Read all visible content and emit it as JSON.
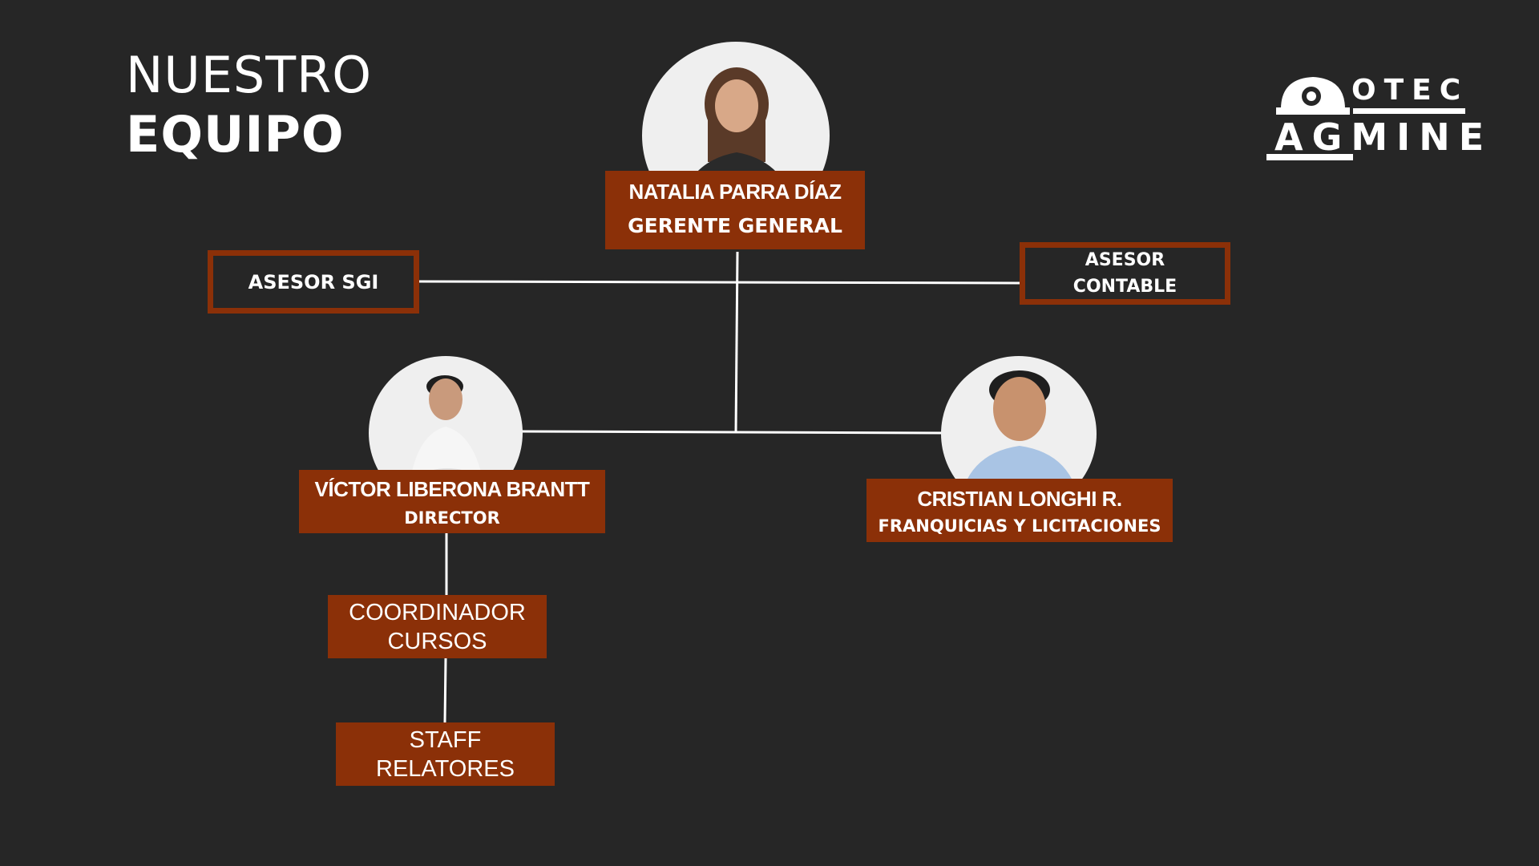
{
  "header": {
    "title_line1": "NUESTRO",
    "title_line2": "EQUIPO"
  },
  "logo": {
    "line1": "OTEC",
    "line2": "AGMINE",
    "icon": "helmet-icon"
  },
  "org_chart": {
    "gerente": {
      "name": "NATALIA PARRA DÍAZ",
      "role": "GERENTE GENERAL",
      "photo": "person-photo"
    },
    "asesor_sgi": {
      "label": "ASESOR SGI"
    },
    "asesor_contable": {
      "line1": "ASESOR",
      "line2": "CONTABLE"
    },
    "director": {
      "name": "VÍCTOR LIBERONA BRANTT",
      "role": "DIRECTOR",
      "photo": "person-photo"
    },
    "franquicias": {
      "name": "CRISTIAN LONGHI R.",
      "role": "FRANQUICIAS Y LICITACIONES",
      "photo": "person-photo"
    },
    "coordinador": {
      "line1": "COORDINADOR",
      "line2": "CURSOS"
    },
    "staff": {
      "line1": "STAFF",
      "line2": "RELATORES"
    }
  },
  "colors": {
    "background": "#262626",
    "box_fill": "#8b3008",
    "text": "#ffffff",
    "connector": "#ffffff"
  }
}
